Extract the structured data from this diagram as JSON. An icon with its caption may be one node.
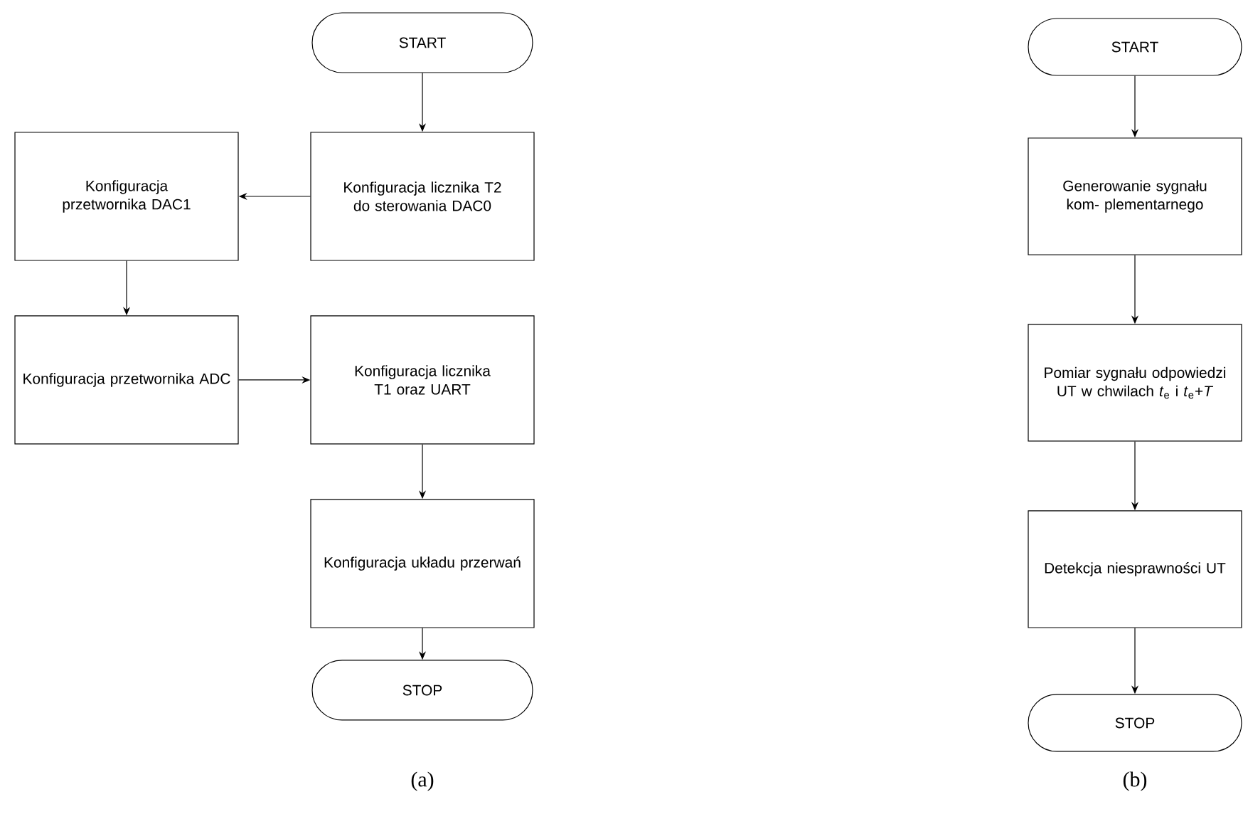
{
  "diagram": {
    "nodes": [
      {
        "text": [
          "START"
        ]
      },
      {
        "text": [
          "Konfiguracja licznika T2 do sterowania DAC0"
        ]
      },
      {
        "text": [
          "Konfiguracja przetwornika DAC1"
        ]
      },
      {
        "text": [
          "Konfiguracja przetwornika ADC"
        ]
      },
      {
        "text": [
          "Konfiguracja licznika T1 oraz UART"
        ]
      },
      {
        "text": [
          "Konfiguracja układu przerwań"
        ]
      },
      {
        "text": [
          "STOP"
        ]
      },
      {
        "text": [
          "START"
        ]
      },
      {
        "text": [
          "Generowanie sygnału kom- plementarnego"
        ]
      },
      {
        "text": [
          "Pomiar sygnału odpowiedzi UT w chwilach *t*$_{e}$ i *t*$_{e}$+*T*"
        ]
      },
      {
        "text": [
          "Detekcja niesprawności UT"
        ]
      },
      {
        "text": [
          "STOP"
        ]
      }
    ],
    "edges": [
      {
        "from": 0,
        "to": 1,
        "arrow": "to"
      },
      {
        "from": 1,
        "to": 2,
        "arrow": "to"
      },
      {
        "from": 2,
        "to": 3,
        "arrow": "to"
      },
      {
        "from": 3,
        "to": 4,
        "arrow": "to"
      },
      {
        "from": 4,
        "to": 5,
        "arrow": "to"
      },
      {
        "from": 5,
        "to": 6,
        "arrow": "to"
      },
      {
        "from": 7,
        "to": 8,
        "arrow": "to"
      },
      {
        "from": 8,
        "to": 9,
        "arrow": "to"
      },
      {
        "from": 9,
        "to": 10,
        "arrow": "to"
      },
      {
        "from": 10,
        "to": 11,
        "arrow": "to"
      }
    ],
    "labels": [
      "(a)",
      "(b)"
    ]
  }
}
